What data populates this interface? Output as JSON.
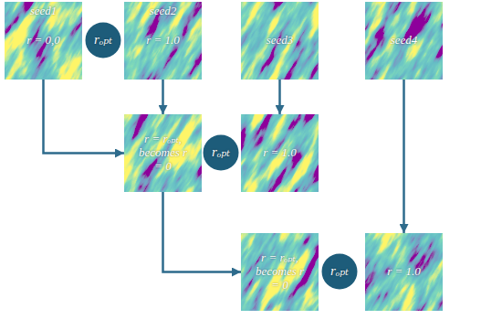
{
  "diagram": {
    "nodes": [
      {
        "text": [
          "seed1",
          "r = 0,0"
        ]
      },
      {
        "text": [
          "rₒₚₜ"
        ]
      },
      {
        "text": [
          "seed2",
          "r = 1.0"
        ]
      },
      {
        "text": [
          "seed3"
        ]
      },
      {
        "text": [
          "seed4"
        ]
      },
      {
        "text": [
          "r = rₒₚₜ, becomes r = 0"
        ]
      },
      {
        "text": [
          "rₒₚₜ"
        ]
      },
      {
        "text": [
          "r = 1.0"
        ]
      },
      {
        "text": [
          "r = rₒₚₜ, becomes r = 0"
        ]
      },
      {
        "text": [
          "rₒₚₜ"
        ]
      },
      {
        "text": [
          "r = 1.0"
        ]
      }
    ],
    "edges": [
      {
        "from": 0,
        "to": 5,
        "arrow": "to"
      },
      {
        "from": 2,
        "to": 5,
        "arrow": "to"
      },
      {
        "from": 3,
        "to": 7,
        "arrow": "to"
      },
      {
        "from": 5,
        "to": 8,
        "arrow": "to"
      },
      {
        "from": 4,
        "to": 10,
        "arrow": "to"
      }
    ]
  }
}
